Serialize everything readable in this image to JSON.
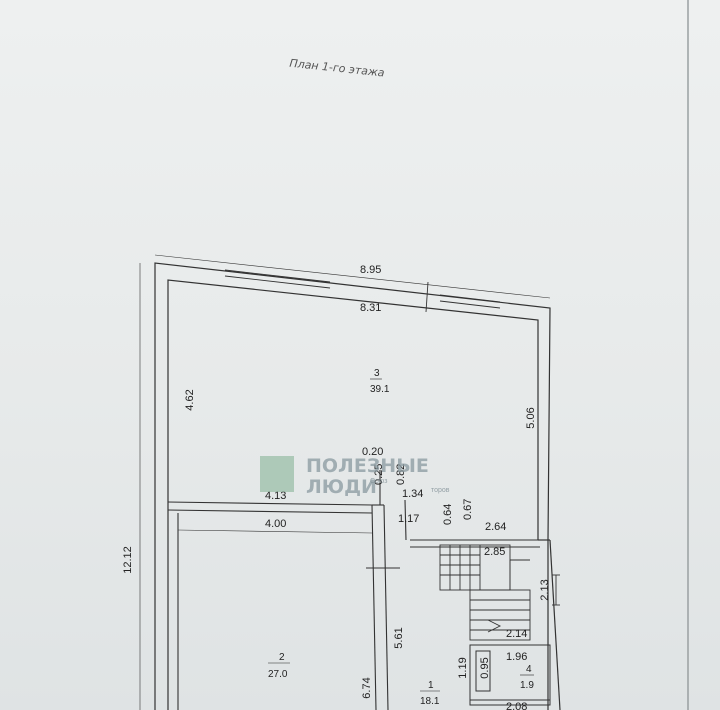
{
  "title": "План 1-го этажа",
  "watermark": {
    "line1": "ПОЛЕЗНЫЕ",
    "line2": "ЛЮДИ",
    "sub1": "Союз",
    "sub2": "торов",
    "color": "#7fae8f"
  },
  "dimensions": {
    "outer_top": "8.95",
    "inner_top": "8.31",
    "left_upper": "4.62",
    "right_upper": "5.06",
    "left_overall": "12.12",
    "partition_thin": "0.20",
    "wall_a": "0.25",
    "wall_b": "0.82",
    "room2_top_outer": "4.13",
    "room2_top_inner": "4.00",
    "corridor_a": "1.34",
    "corridor_b": "1.17",
    "wall_c": "0.64",
    "wall_d": "0.67",
    "stair_top": "2.64",
    "stair_inner": "2.85",
    "stair_right": "2.13",
    "stair_bottom": "2.14",
    "room4_width": "1.96",
    "room4_left": "1.19",
    "room4_inner": "0.95",
    "room2_height_a": "5.61",
    "room2_height_b": "6.74",
    "bottom_partial": "2.08"
  },
  "rooms": [
    {
      "number": "3",
      "area": "39.1"
    },
    {
      "number": "2",
      "area": "27.0"
    },
    {
      "number": "1",
      "area": "18.1"
    },
    {
      "number": "4",
      "area": "1.9"
    }
  ]
}
